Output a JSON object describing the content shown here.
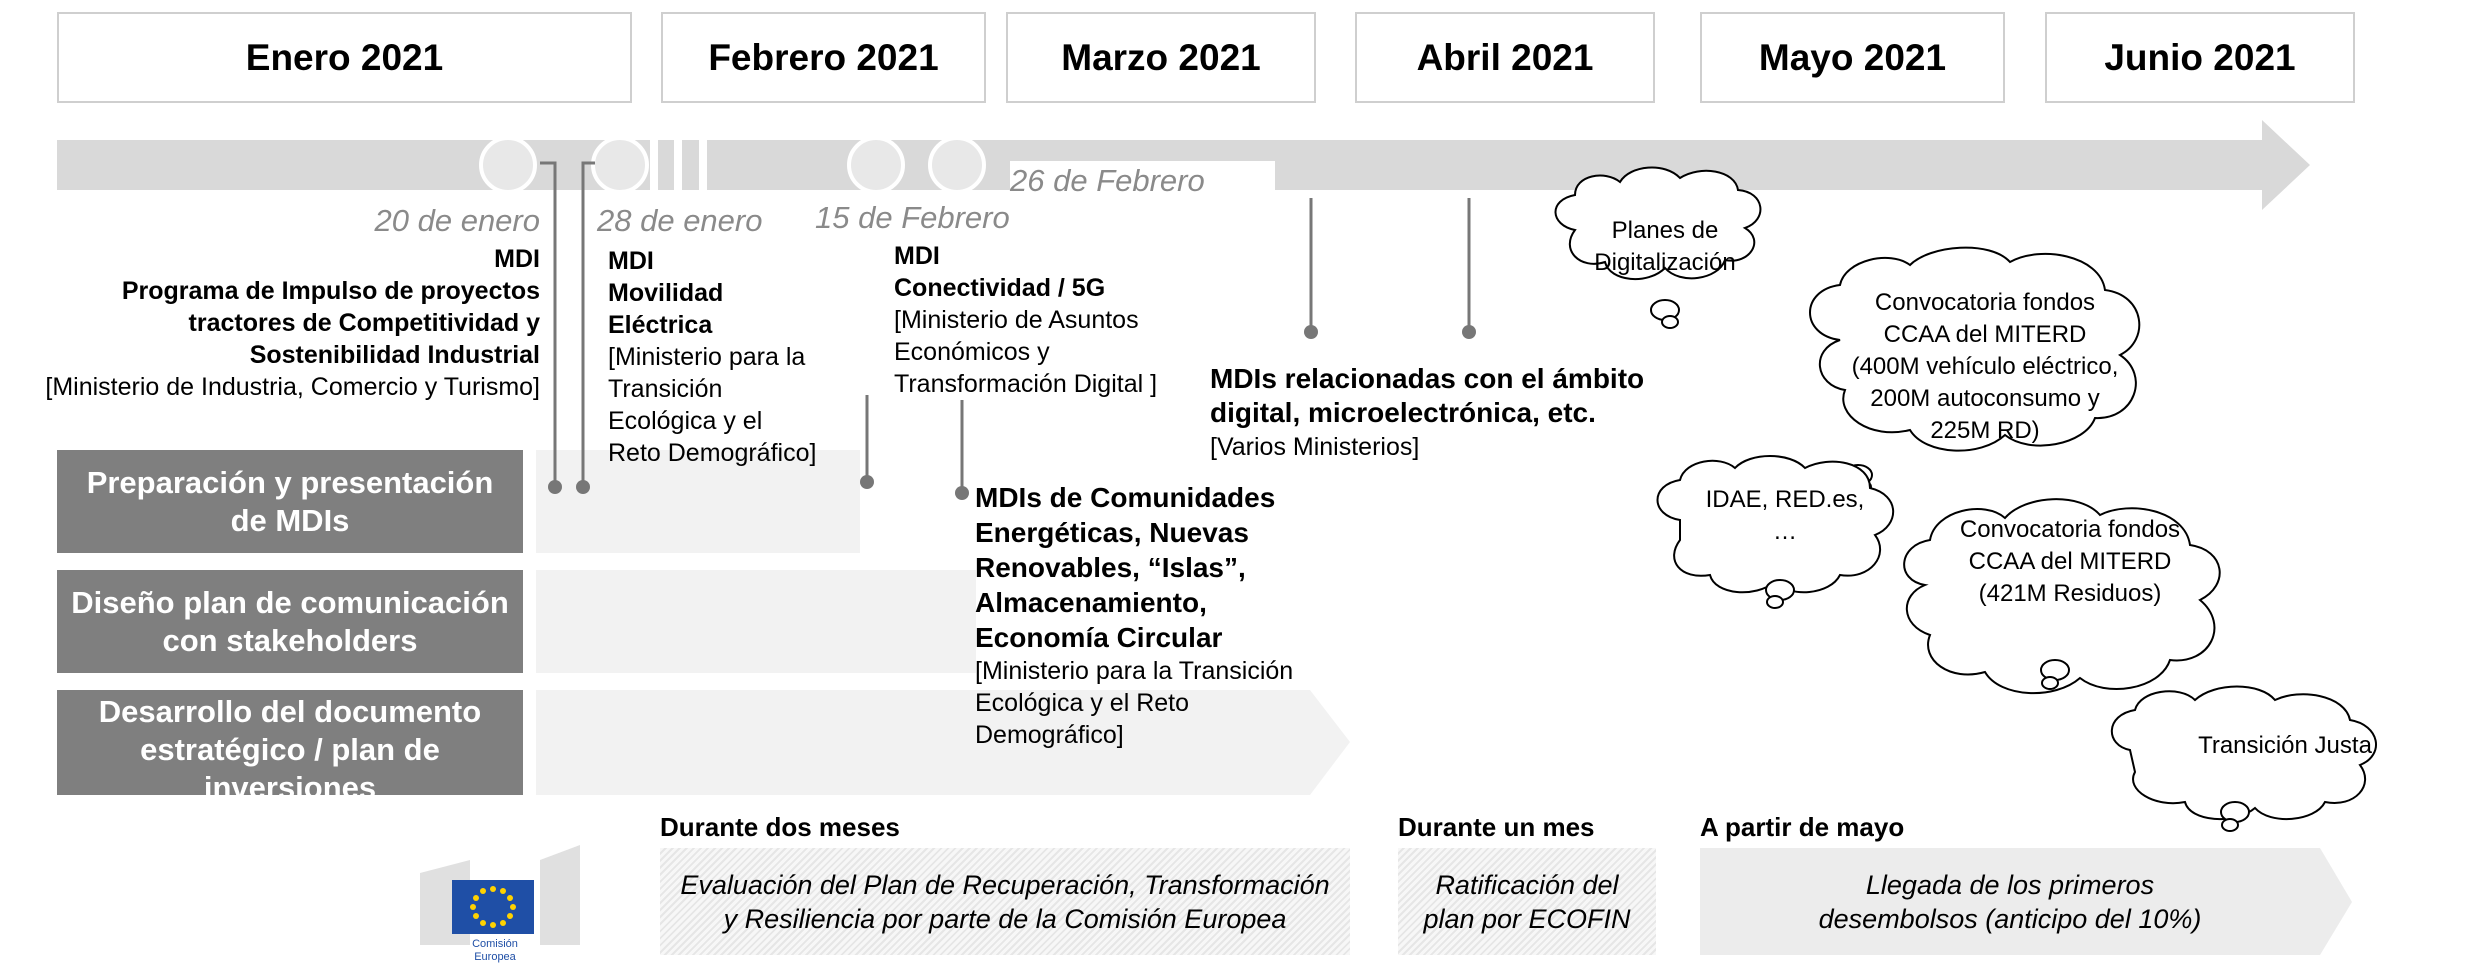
{
  "months": [
    "Enero 2021",
    "Febrero 2021",
    "Marzo 2021",
    "Abril 2021",
    "Mayo 2021",
    "Junio 2021"
  ],
  "timeline": {
    "date_20_enero": "20 de enero",
    "date_28_enero": "28 de enero",
    "date_15_febrero": "15 de Febrero",
    "date_26_febrero": "26 de Febrero"
  },
  "events": {
    "e1": {
      "type": "MDI",
      "title_lines": [
        "Programa de Impulso de proyectos",
        "tractores de Competitividad y",
        "Sostenibilidad Industrial"
      ],
      "ministry": "[Ministerio de Industria, Comercio y Turismo]"
    },
    "e2": {
      "type": "MDI",
      "title_lines": [
        "Movilidad",
        "Eléctrica"
      ],
      "ministry_lines": [
        "[Ministerio para la",
        "Transición",
        "Ecológica y el",
        "Reto Demográfico]"
      ]
    },
    "e3": {
      "type": "MDI",
      "title": "Conectividad / 5G",
      "ministry_lines": [
        "[Ministerio de Asuntos",
        "Económicos y",
        "Transformación Digital ]"
      ]
    },
    "e4": {
      "title_lines": [
        "MDIs relacionadas con el ámbito",
        "digital, microelectrónica, etc."
      ],
      "ministry": "[Varios Ministerios]"
    },
    "e5": {
      "title_lines": [
        "MDIs de Comunidades",
        "Energéticas, Nuevas",
        "Renovables, “Islas”,",
        "Almacenamiento,",
        "Economía Circular"
      ],
      "ministry_lines": [
        "[Ministerio para la Transición",
        "Ecológica y el Reto",
        "Demográfico]"
      ]
    }
  },
  "clouds": {
    "planes": [
      "Planes de",
      "Digitalización"
    ],
    "conv1": [
      "Convocatoria fondos",
      "CCAA del MITERD",
      "(400M vehículo eléctrico,",
      "200M autoconsumo y",
      "225M RD)"
    ],
    "idae": [
      "IDAE, RED.es,",
      "…"
    ],
    "conv2": [
      "Convocatoria fondos",
      "CCAA del MITERD",
      "(421M Residuos)"
    ],
    "transicion": [
      "Transición Justa"
    ]
  },
  "phases": [
    {
      "lines": [
        "Preparación y presentación",
        "de MDIs"
      ]
    },
    {
      "lines": [
        "Diseño plan de comunicación",
        "con stakeholders"
      ]
    },
    {
      "lines": [
        "Desarrollo del documento",
        "estratégico / plan de",
        "inversiones"
      ]
    }
  ],
  "bottom": {
    "h1": "Durante dos meses",
    "t1": [
      "Evaluación del Plan de Recuperación, Transformación",
      "y Resiliencia por parte de la Comisión Europea"
    ],
    "h2": "Durante un mes",
    "t2": [
      "Ratificación del",
      "plan por ECOFIN"
    ],
    "h3": "A partir de mayo",
    "t3": [
      "Llegada de los primeros",
      "desembolsos (anticipo del 10%)"
    ]
  },
  "logo": {
    "line1": "Comisión",
    "line2": "Europea"
  },
  "colors": {
    "arrow": "#d9d9d9",
    "phase": "#7f7f7f",
    "date": "#8a8a8a",
    "line": "#777777",
    "eu_blue": "#1f4fa6",
    "eu_star": "#ffd200"
  }
}
